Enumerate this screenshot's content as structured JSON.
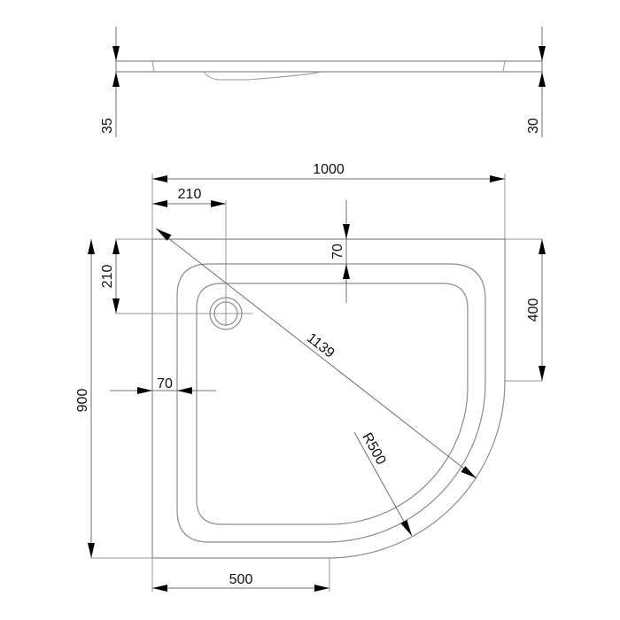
{
  "drawing": {
    "side_view": {
      "left_height": "35",
      "right_height": "30"
    },
    "plan_view": {
      "overall_width": "1000",
      "overall_depth": "900",
      "drain_offset_x": "210",
      "drain_offset_y": "210",
      "inner_rim_top": "70",
      "inner_rim_left": "70",
      "straight_side": "400",
      "diagonal": "1139",
      "radius": "R500",
      "straight_front": "500"
    }
  }
}
